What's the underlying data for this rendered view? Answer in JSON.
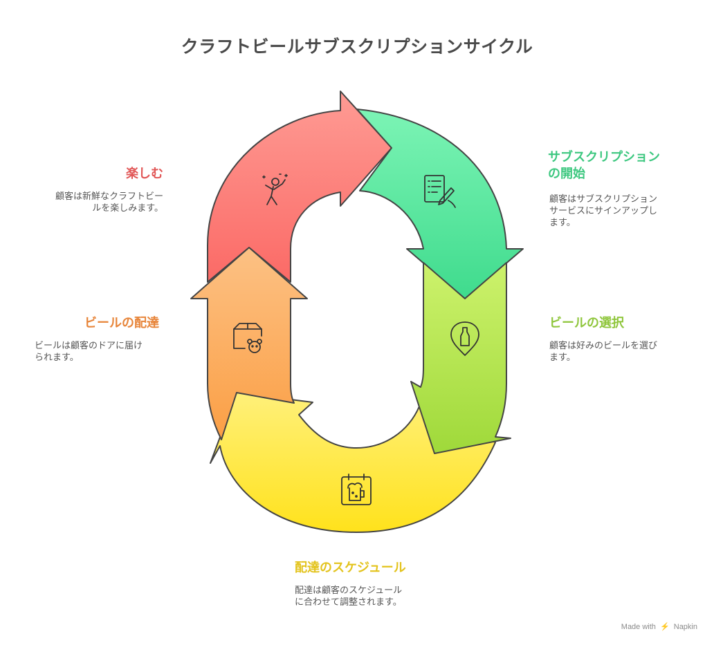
{
  "title": "クラフトビールサブスクリプションサイクル",
  "steps": [
    {
      "id": "subscription-start",
      "label_line1": "サブスクリプション",
      "label_line2": "の開始",
      "desc_line1": "顧客はサブスクリプション",
      "desc_line2": "サービスにサインアップし",
      "desc_line3": "ます。",
      "color": "#3cc77f",
      "icon": "checklist-writing-icon"
    },
    {
      "id": "beer-selection",
      "label": "ビールの選択",
      "desc_line1": "顧客は好みのビールを選び",
      "desc_line2": "ます。",
      "color": "#8fc63c",
      "icon": "beer-bottle-pin-icon"
    },
    {
      "id": "delivery-schedule",
      "label": "配達のスケジュール",
      "desc_line1": "配達は顧客のスケジュール",
      "desc_line2": "に合わせて調整されます。",
      "color": "#e3c31c",
      "icon": "calendar-beer-icon"
    },
    {
      "id": "beer-delivery",
      "label": "ビールの配達",
      "desc_line1": "ビールは顧客のドアに届け",
      "desc_line2": "られます。",
      "color": "#e7853a",
      "icon": "package-icon"
    },
    {
      "id": "enjoy",
      "label": "楽しむ",
      "desc_line1": "顧客は新鮮なクラフトビー",
      "desc_line2": "ルを楽しみます。",
      "color": "#e15656",
      "icon": "celebrating-person-icon"
    }
  ],
  "footer": {
    "prefix": "Made with",
    "brand": "Napkin"
  }
}
